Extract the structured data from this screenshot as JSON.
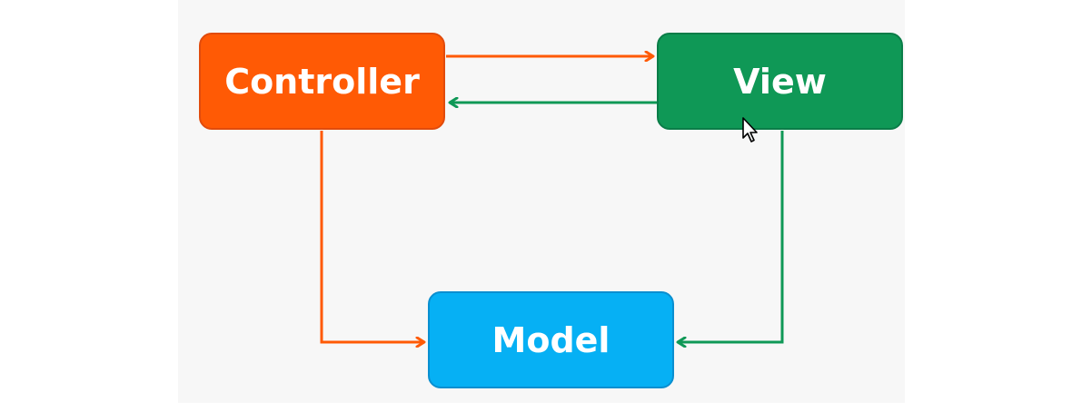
{
  "diagram": {
    "nodes": [
      {
        "id": "controller",
        "label": "Controller",
        "color": "#ff5a05"
      },
      {
        "id": "view",
        "label": "View",
        "color": "#0f9856"
      },
      {
        "id": "model",
        "label": "Model",
        "color": "#06b0f4"
      }
    ],
    "edges": [
      {
        "from": "controller",
        "to": "view",
        "color": "#ff5a05"
      },
      {
        "from": "view",
        "to": "controller",
        "color": "#0f9856"
      },
      {
        "from": "controller",
        "to": "model",
        "color": "#ff5a05"
      },
      {
        "from": "view",
        "to": "model",
        "color": "#0f9856"
      }
    ]
  },
  "icons": {
    "cursor": "mouse-pointer-icon"
  }
}
